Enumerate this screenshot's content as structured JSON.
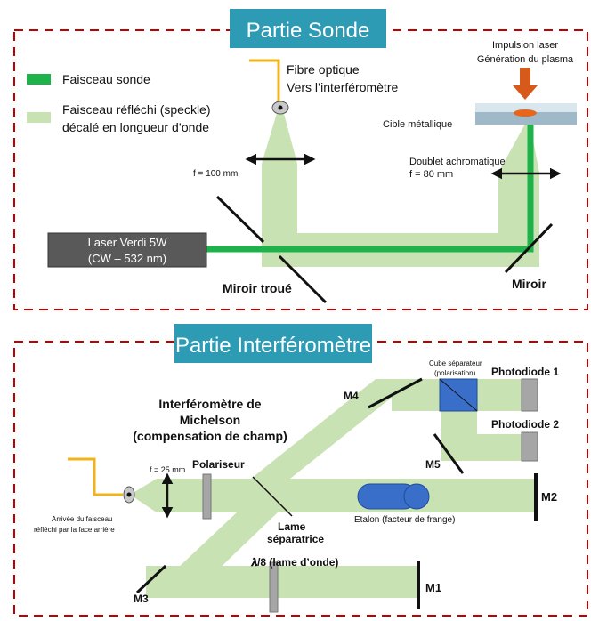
{
  "colors": {
    "frame_border": "#c00000",
    "title_box": "#2e9bb5",
    "title_text": "#ffffff",
    "probe_beam": "#1eb24a",
    "reflected_beam": "#c8e2b4",
    "laser_box": "#595959",
    "fiber": "#f2b21b",
    "pulse_arrow": "#d75a1b",
    "cube": "#3a6fc9",
    "etalon": "#3a6fc9",
    "component_gray": "#a6a6a6"
  },
  "probe": {
    "title": "Partie Sonde",
    "legend_probe": "Faisceau sonde",
    "legend_reflected_line1": "Faisceau réfléchi (speckle)",
    "legend_reflected_line2": "décalé en longueur d’onde",
    "laser_line1": "Laser Verdi 5W",
    "laser_line2": "(CW – 532 nm)",
    "fiber_line1": "Fibre optique",
    "fiber_line2": "Vers l’interféromètre",
    "pulse_line1": "Impulsion laser",
    "pulse_line2": "Génération du plasma",
    "target": "Cible métallique",
    "doublet_line1": "Doublet achromatique",
    "doublet_line2": "f = 80 mm",
    "lens_focal": "f = 100 mm",
    "holed_mirror": "Miroir troué",
    "mirror": "Miroir"
  },
  "interferometer": {
    "title": "Partie Interféromètre",
    "michelson_line1": "Interféromètre de",
    "michelson_line2": "Michelson",
    "michelson_line3": "(compensation de champ)",
    "cube_line1": "Cube séparateur",
    "cube_line2": "(polarisation)",
    "photodiode1": "Photodiode 1",
    "photodiode2": "Photodiode 2",
    "m1": "M1",
    "m2": "M2",
    "m3": "M3",
    "m4": "M4",
    "m5": "M5",
    "lens_focal": "f = 25 mm",
    "polarizer": "Polariseur",
    "arrival_line1": "Arrivée du faisceau",
    "arrival_line2": "réfléchi par la face arrière",
    "splitter_line1": "Lame",
    "splitter_line2": "séparatrice",
    "etalon": "Etalon (facteur de frange)",
    "waveplate": "𝝀/8 (lame d’onde)"
  }
}
